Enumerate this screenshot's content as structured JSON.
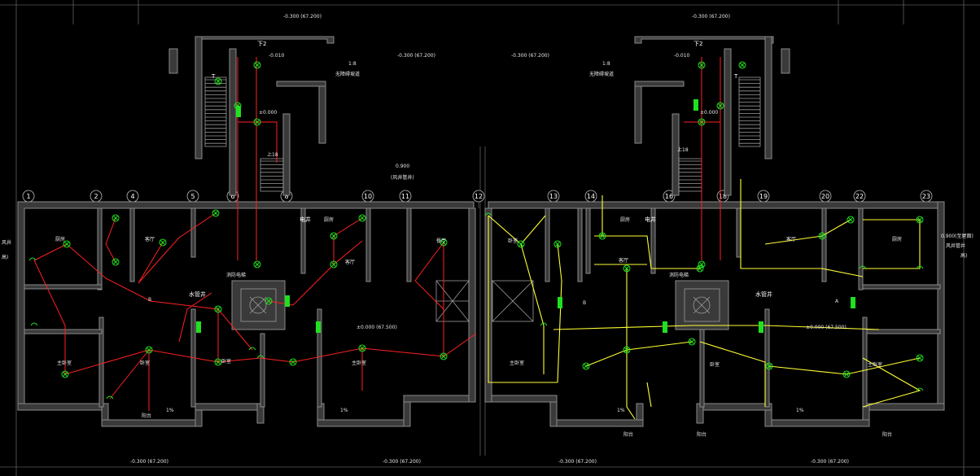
{
  "drawing": {
    "axis_labels": [
      "1",
      "2",
      "4",
      "5",
      "6",
      "8",
      "10",
      "11",
      "12",
      "13",
      "14",
      "16",
      "18",
      "19",
      "20",
      "22",
      "23"
    ],
    "elevations": {
      "top_left": "-0.300 (67.200)",
      "top_right": "-0.300 (67.200)",
      "mid_left": "-0.300 (67.200)",
      "mid_right": "-0.300 (67.200)",
      "bottom_1": "-0.300 (67.200)",
      "bottom_2": "-0.300 (67.200)",
      "bottom_3": "-0.300 (67.200)",
      "bottom_4": "-0.300 (67.200)",
      "stair_left": "-0.010",
      "stair_right": "-0.010",
      "landing_left": "±0.000",
      "landing_right": "±0.000",
      "floor_left": "±0.000  (67.500)",
      "floor_right": "±0.000  (67.500)",
      "shaft_top": "0.900"
    },
    "labels": {
      "stair_tag_left": "下2",
      "stair_tag_right": "下2",
      "t_left": "T",
      "t_right": "T",
      "ramp_left": "无障碍坡道",
      "ramp_right": "无障碍坡道",
      "ramp_num_left": "1:8",
      "ramp_num_right": "1:8",
      "up_left": "上18",
      "up_right": "上18",
      "shaft_note": "(风井管井)",
      "elec_shaft_left": "电井",
      "elec_shaft_right": "电井",
      "water_shaft_left": "水管井",
      "water_shaft_right": "水管井",
      "elevator_left": "消防电梯",
      "elevator_right": "消防电梯",
      "right_note_1": "0.900(至屋面)",
      "right_note_2": "风井管井",
      "right_note_3": "高)",
      "left_note_1": "风井",
      "left_note_2": "高)",
      "tag_b": "B",
      "tag_a": "A",
      "tag_b2": "B",
      "slope_1": "1%",
      "slope_2": "1%",
      "slope_3": "1%",
      "slope_4": "1%"
    },
    "rooms": {
      "kitchen_1": "厨房",
      "living_1": "客厅",
      "master_1": "主卧室",
      "bedroom_1": "卧室",
      "balcony_1": "阳台",
      "kitchen_2": "厨房",
      "living_2": "客厅",
      "bedroom_2": "卧室",
      "master_2": "主卧室",
      "dining_2": "餐厅",
      "bedroom_3": "卧室",
      "living_3": "客厅",
      "master_3": "主卧室",
      "kitchen_3": "厨房",
      "living_4": "客厅",
      "bedroom_4": "卧室",
      "master_4": "主卧室",
      "kitchen_4": "厨房",
      "balcony_2": "阳台",
      "balcony_3": "阳台",
      "balcony_4": "阳台"
    },
    "colors": {
      "wiring_left": "#ff2020",
      "wiring_right": "#ffff33",
      "device": "#20e020",
      "wall": "#8a8a8a"
    }
  }
}
